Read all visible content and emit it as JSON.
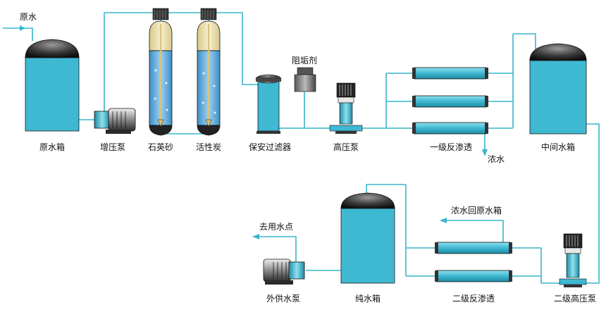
{
  "labels": {
    "raw_water": "原水",
    "raw_water_tank": "原水箱",
    "booster_pump": "增压泵",
    "quartz_sand": "石英砂",
    "activated_carbon": "活性炭",
    "security_filter": "保安过滤器",
    "scale_inhibitor": "阻垢剂",
    "high_pressure_pump": "高压泵",
    "primary_ro": "一级反渗透",
    "concentrate": "浓水",
    "intermediate_tank": "中间水箱",
    "to_use_point": "去用水点",
    "concentrate_return": "浓水回原水箱",
    "supply_pump": "外供水泵",
    "pure_water_tank": "纯水箱",
    "secondary_ro": "二级反渗透",
    "secondary_hp_pump": "二级高压泵"
  },
  "colors": {
    "pipe": "#38b6c9",
    "tank": "#3fb8d2",
    "dome": "#2a2a2a"
  }
}
